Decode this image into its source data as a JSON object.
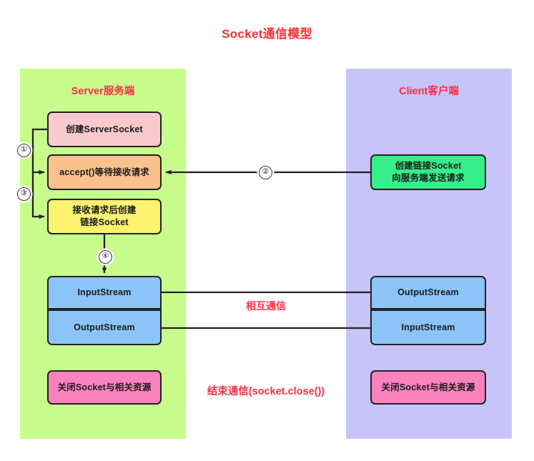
{
  "title": "Socket通信模型",
  "colors": {
    "title_red": "#f43030",
    "panel_red": "#fb2f44",
    "server_panel": "#c8fc8c",
    "client_panel": "#c7c4fa",
    "pink_box": "#fac9ce",
    "orange_box": "#fac18a",
    "yellow_box": "#fbf26f",
    "blue_box": "#8cc4fa",
    "green_box": "#35f08a",
    "close_box": "#fb83bd",
    "stroke": "#222222"
  },
  "server": {
    "title": "Server服务端",
    "boxes": {
      "create_serversocket": "创建ServerSocket",
      "accept": "accept()等待接收请求",
      "create_socket_line1": "接收请求后创建",
      "create_socket_line2": "链接Socket",
      "input_stream": "InputStream",
      "output_stream": "OutputStream",
      "close": "关闭Socket与相关资源"
    }
  },
  "client": {
    "title": "Client客户端",
    "boxes": {
      "create_socket_line1": "创建链接Socket",
      "create_socket_line2": "向服务端发送请求",
      "output_stream": "OutputStream",
      "input_stream": "InputStream",
      "close": "关闭Socket与相关资源"
    }
  },
  "middle_labels": {
    "communication": "相互通信",
    "close_communication": "结束通信(socket.close())"
  },
  "steps": {
    "one": "①",
    "two": "②",
    "three": "③",
    "four": "④"
  }
}
